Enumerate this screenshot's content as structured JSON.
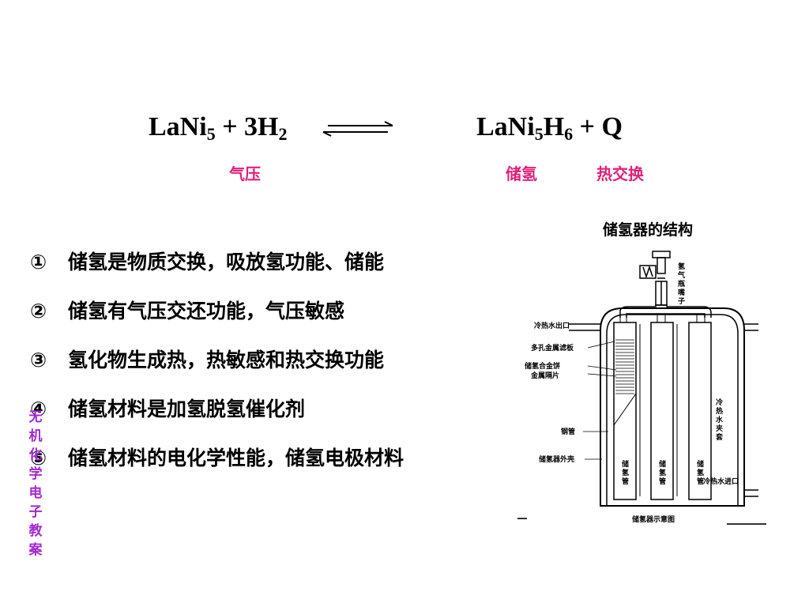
{
  "equation": {
    "left": {
      "a": "LaNi",
      "a_sub": "5",
      "b": " + 3H",
      "b_sub": "2"
    },
    "right": {
      "a": "LaNi",
      "a_sub": "5",
      "b": "H",
      "b_sub": "6",
      "c": " + Q"
    }
  },
  "labels": {
    "pressure": "气压",
    "storage": "储氢",
    "heat_exchange": "热交换"
  },
  "items": [
    {
      "num": "①",
      "text": "储氢是物质交换，吸放氢功能、储能"
    },
    {
      "num": "②",
      "text": "储氢有气压交还功能，气压敏感"
    },
    {
      "num": "③",
      "text": "氢化物生成热，热敏感和热交换功能"
    },
    {
      "num": "④",
      "text": "储氢材料是加氢脱氢催化剂"
    },
    {
      "num": "⑤",
      "text": "储氢材料的电化学性能，储氢电极材料"
    }
  ],
  "side_label": "无机化学电子教案",
  "diagram": {
    "title": "储氢器的结构",
    "caption": "储氢器示意图",
    "labels": {
      "outlet": "冷热水出口",
      "filter": "多孔金属滤板",
      "alloy1": "储氢合金饼",
      "alloy2": "金属隔片",
      "steel": "钢管",
      "shell": "储氢器外壳",
      "jacket": "冷热水夹套",
      "inlet": "冷热水进口",
      "nozzle": "氢气瓶嘴子",
      "tube": "储氢管"
    }
  }
}
